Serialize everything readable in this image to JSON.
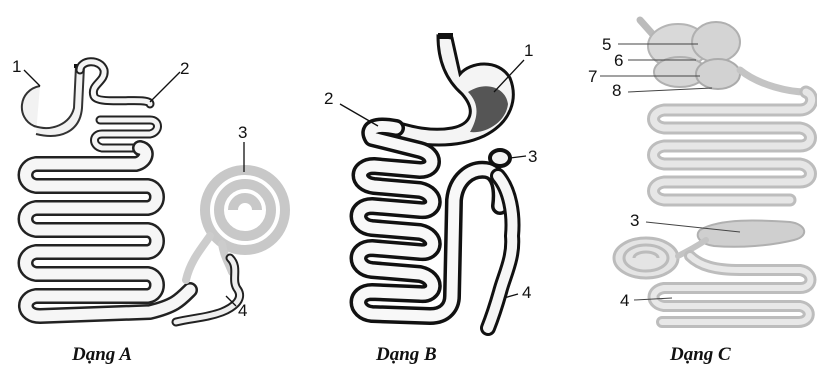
{
  "diagrams": [
    {
      "caption": "Dạng A",
      "labels": [
        "1",
        "2",
        "3",
        "4"
      ]
    },
    {
      "caption": "Dạng B",
      "labels": [
        "1",
        "2",
        "3",
        "4"
      ]
    },
    {
      "caption": "Dạng C",
      "labels": [
        "5",
        "6",
        "7",
        "8",
        "3",
        "4"
      ]
    }
  ],
  "colors": {
    "outline": "#1a1a1a",
    "fill_light": "#f4f4f4",
    "c_stroke": "#b5b5b5",
    "c_fill": "#d9d9d9"
  }
}
